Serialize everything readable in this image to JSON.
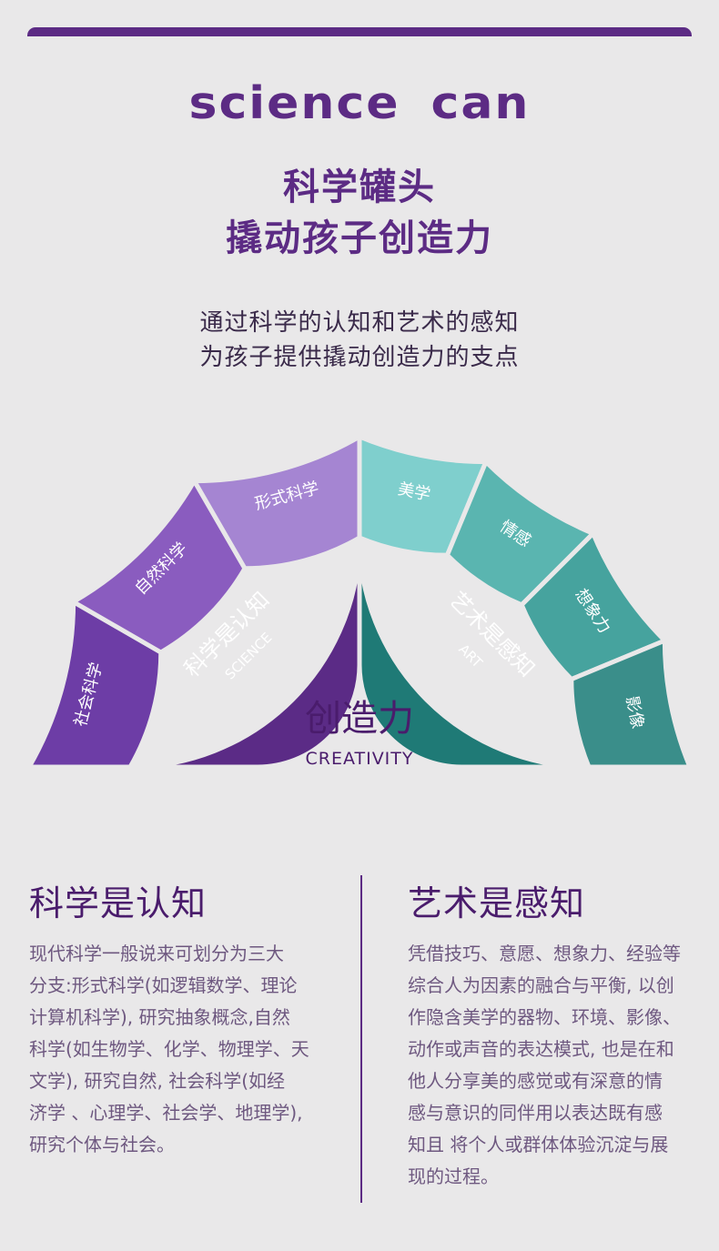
{
  "brand": {
    "word1": "SCIENCE",
    "word2": "CAN"
  },
  "headline": {
    "line1": "科学罐头",
    "line2": "撬动孩子创造力"
  },
  "subline": {
    "line1": "通过科学的认知和艺术的感知",
    "line2": "为孩子提供撬动创造力的支点"
  },
  "diagram": {
    "center": {
      "title": "创造力",
      "subtitle": "CREATIVITY"
    },
    "science_inner": {
      "title": "科学是认知",
      "subtitle": "SCIENCE"
    },
    "art_inner": {
      "title": "艺术是感知",
      "subtitle": "ART"
    },
    "science_segments": [
      "社会科学",
      "自然科学",
      "形式科学"
    ],
    "art_segments": [
      "美学",
      "情感",
      "想象力",
      "影像"
    ],
    "colors": {
      "science_inner": "#5b2b86",
      "science_segments": [
        "#6d3da6",
        "#8a5cbf",
        "#a585d2"
      ],
      "art_inner": "#1f7a76",
      "art_segments": [
        "#7fcfcd",
        "#5ab5b0",
        "#46a39e",
        "#3a8e8a"
      ]
    }
  },
  "science_text": {
    "title": "科学是认知",
    "lines": [
      "现代科学一般说来可划分为三大",
      "分支:形式科学(如逻辑数学、理论",
      "计算机科学), 研究抽象概念,自然",
      "科学(如生物学、化学、物理学、天",
      "文学), 研究自然, 社会科学(如经",
      "济学 、心理学、社会学、地理学),",
      "研究个体与社会。"
    ]
  },
  "art_text": {
    "title": "艺术是感知",
    "lines": [
      "凭借技巧、意愿、想象力、经验等",
      "综合人为因素的融合与平衡, 以创",
      "作隐含美学的器物、环境、影像、",
      "动作或声音的表达模式, 也是在和",
      "他人分享美的感觉或有深意的情",
      "感与意识的同伴用以表达既有感",
      "知且 将个人或群体体验沉淀与展",
      "现的过程。"
    ]
  }
}
